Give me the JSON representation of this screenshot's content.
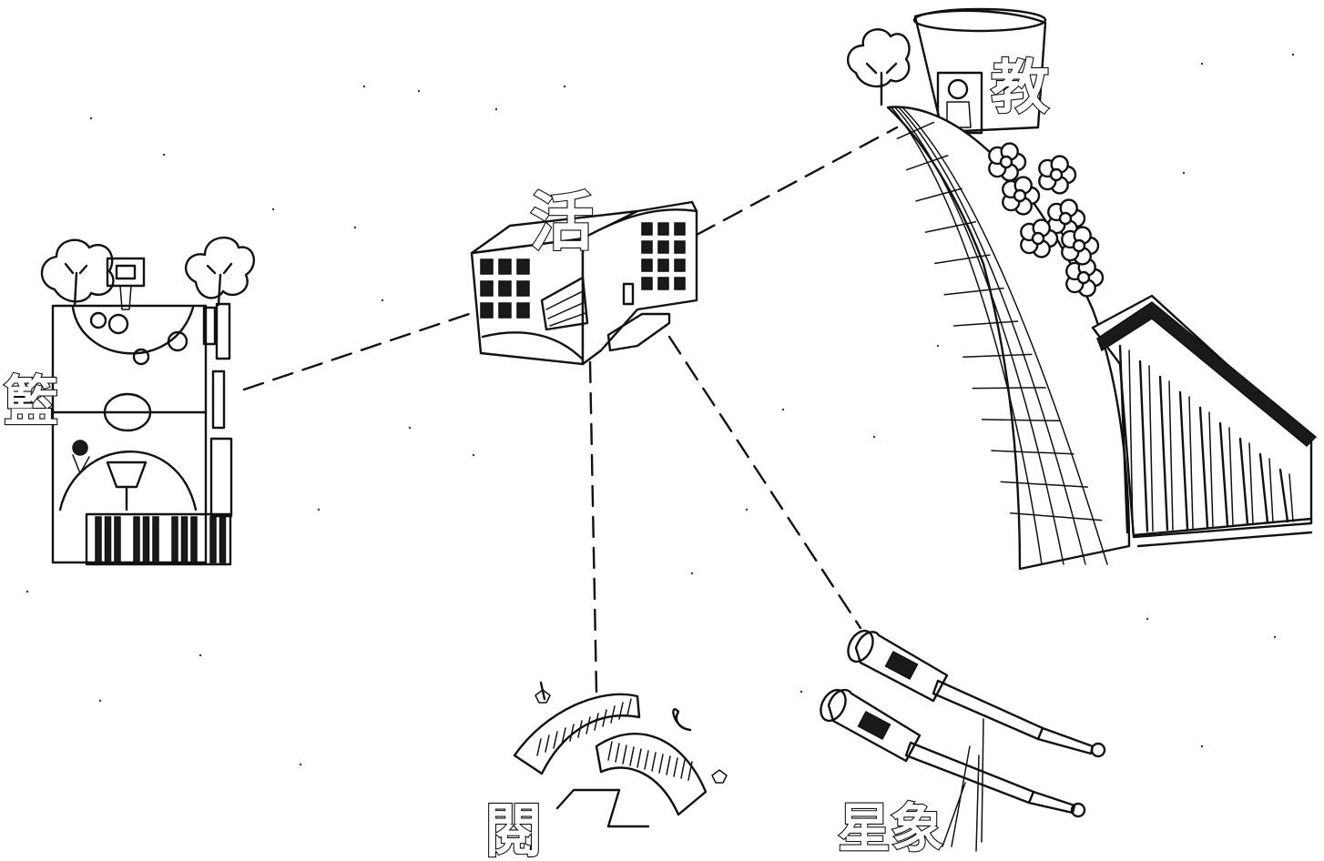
{
  "labels": {
    "center": "活",
    "basketball": "籃",
    "teaching": "教",
    "reading": "閱",
    "astronomy": "星象"
  },
  "colors": {
    "ink": "#111111",
    "paper": "#ffffff"
  }
}
